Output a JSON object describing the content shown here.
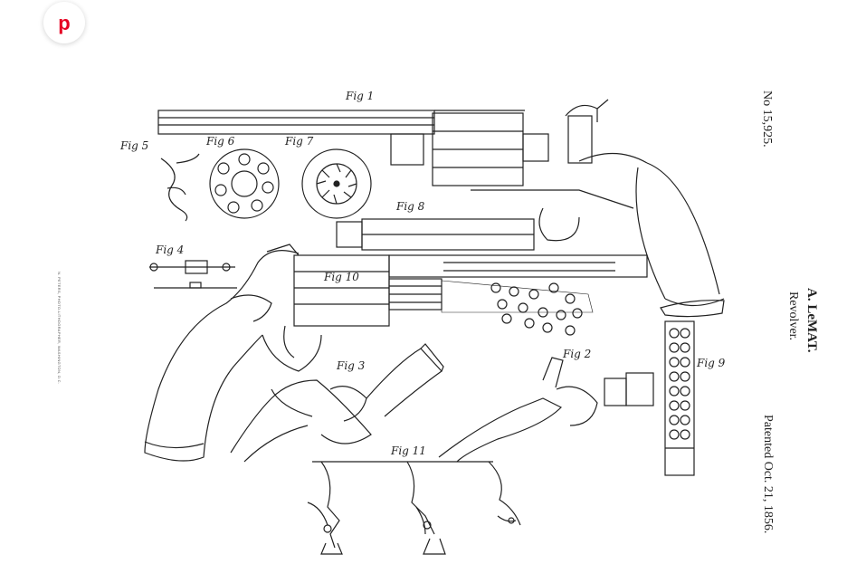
{
  "pin_button": {
    "icon": "pinterest-icon",
    "color": "#E60023"
  },
  "patent": {
    "number": "No 15,925.",
    "inventor": "A. LeMAT.",
    "title": "Revolver.",
    "date": "Patented Oct. 21, 1856."
  },
  "imprint": "N. PETERS, PHOTO-LITHOGRAPHER, WASHINGTON, D.C.",
  "figures": {
    "fig1": "Fig 1",
    "fig2": "Fig 2",
    "fig3": "Fig 3",
    "fig4": "Fig 4",
    "fig5": "Fig 5",
    "fig6": "Fig 6",
    "fig7": "Fig 7",
    "fig8": "Fig 8",
    "fig9": "Fig 9",
    "fig10": "Fig 10",
    "fig11": "Fig 11"
  }
}
